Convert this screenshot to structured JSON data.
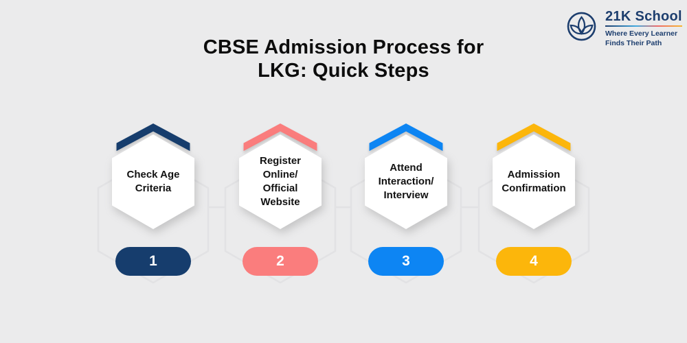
{
  "background_color": "#ebebec",
  "title": {
    "line1": "CBSE Admission Process for",
    "line2": "LKG: Quick Steps"
  },
  "logo": {
    "icon": "lotus-in-circle-icon",
    "name": "21K School",
    "tagline_line1": "Where Every Learner",
    "tagline_line2": "Finds Their Path",
    "brand_color": "#1d3e6e",
    "underline_gradient": [
      "#1d3e6e",
      "#3fa9e0",
      "#ee6a6a",
      "#f6b62e"
    ]
  },
  "steps": [
    {
      "number": "1",
      "title": "Check Age Criteria",
      "color": "#163d6d"
    },
    {
      "number": "2",
      "title": "Register Online/ Official Website",
      "color": "#fa7d7d"
    },
    {
      "number": "3",
      "title": "Attend Interaction/ Interview",
      "color": "#0d85f3"
    },
    {
      "number": "4",
      "title": "Admission Confirmation",
      "color": "#fcb60b"
    }
  ],
  "decor": {
    "outline_hexagon_color": "#e2e2e4",
    "hexagon_fill": "#ffffff",
    "text_color": "#0d0d0d"
  }
}
